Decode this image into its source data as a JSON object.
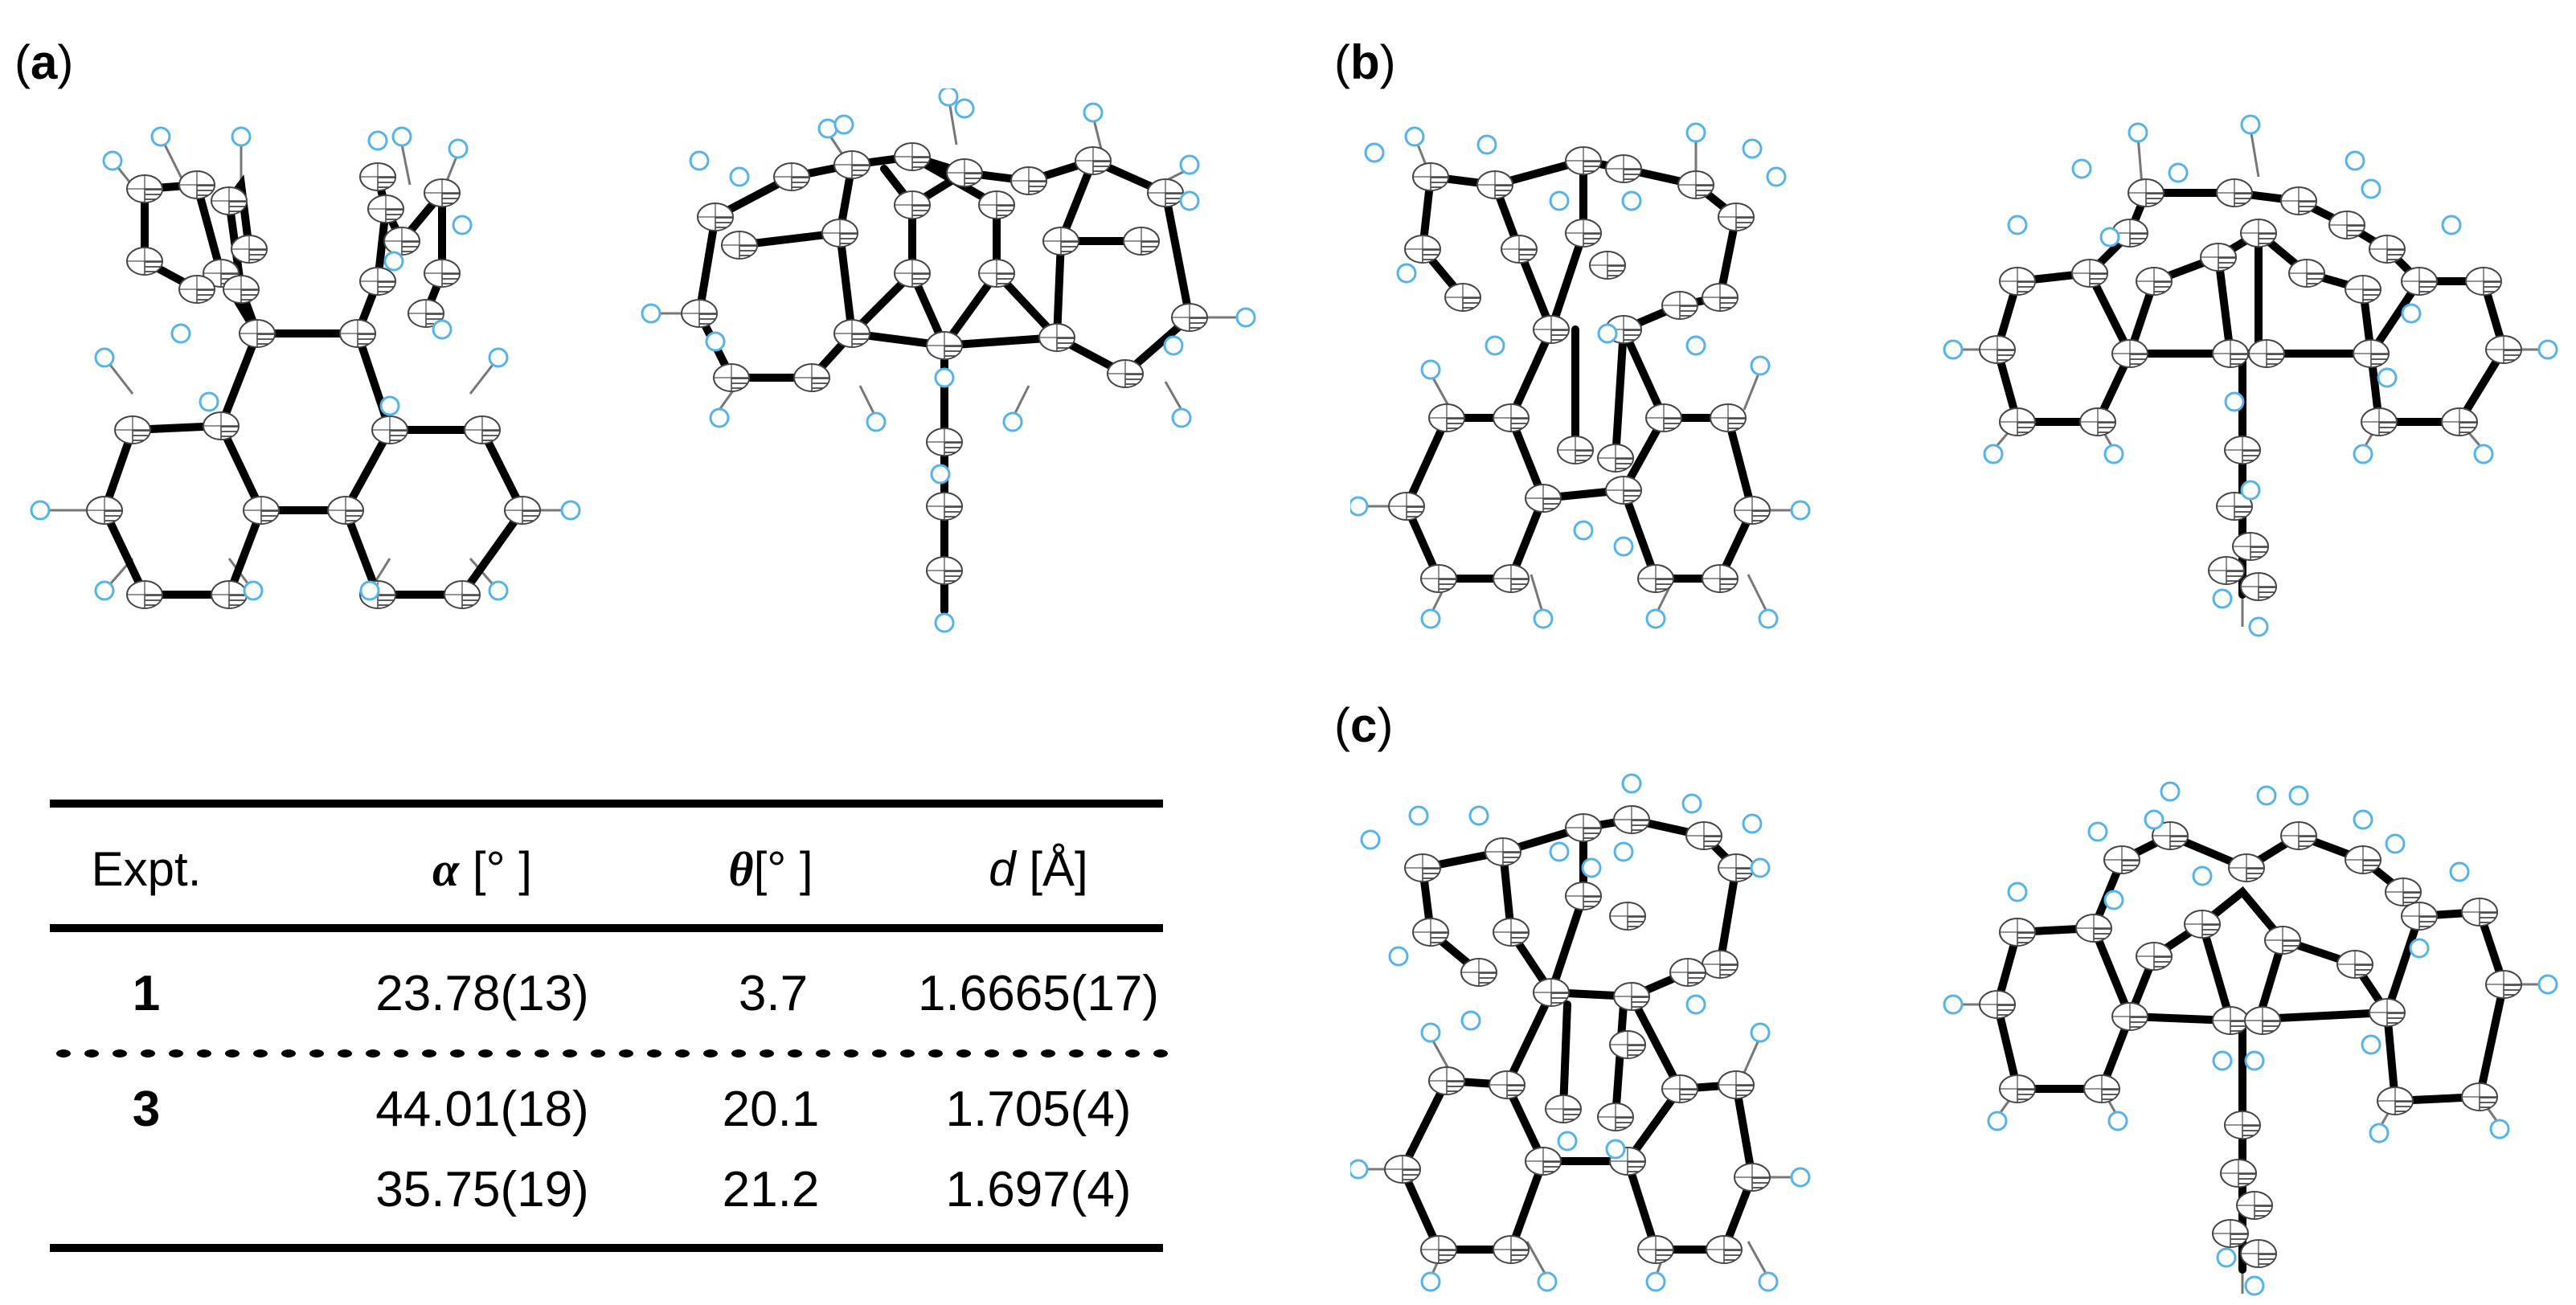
{
  "figure": {
    "panels": [
      {
        "id": "a",
        "label_open": "(",
        "label_letter": "a",
        "label_close": ")"
      },
      {
        "id": "b",
        "label_open": "(",
        "label_letter": "b",
        "label_close": ")"
      },
      {
        "id": "c",
        "label_open": "(",
        "label_letter": "c",
        "label_close": ")"
      }
    ],
    "colors": {
      "bond": "#000000",
      "ellipsoid_outline": "#4a4a4a",
      "hydrogen": "#55b3ec",
      "h_bond": "#777777"
    }
  },
  "table": {
    "headers": {
      "expt": "Expt.",
      "alpha_symbol": "α",
      "alpha_unit": " [° ]",
      "theta_symbol": "θ",
      "theta_unit": "[° ]",
      "d_symbol": "d",
      "d_unit": " [Å]"
    },
    "rows": [
      {
        "expt": "1",
        "alpha": "23.78(13)",
        "theta": "3.7",
        "d": "1.6665(17)"
      },
      {
        "expt": "3",
        "alpha": "44.01(18)",
        "theta": "20.1",
        "d": "1.705(4)"
      },
      {
        "expt": "",
        "alpha": "35.75(19)",
        "theta": "21.2",
        "d": "1.697(4)"
      }
    ]
  }
}
